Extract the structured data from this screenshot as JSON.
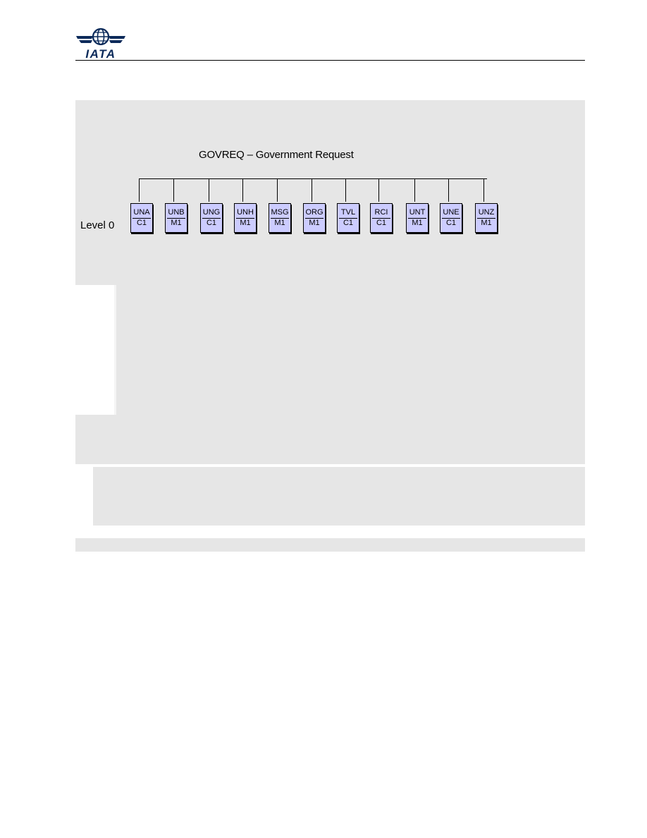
{
  "header": {
    "logo_text": "IATA"
  },
  "diagram": {
    "title": "GOVREQ – Government Request",
    "level_label": "Level 0",
    "segments": [
      {
        "code": "UNA",
        "status": "C1"
      },
      {
        "code": "UNB",
        "status": "M1"
      },
      {
        "code": "UNG",
        "status": "C1"
      },
      {
        "code": "UNH",
        "status": "M1"
      },
      {
        "code": "MSG",
        "status": "M1"
      },
      {
        "code": "ORG",
        "status": "M1"
      },
      {
        "code": "TVL",
        "status": "C1"
      },
      {
        "code": "RCI",
        "status": "C1"
      },
      {
        "code": "UNT",
        "status": "M1"
      },
      {
        "code": "UNE",
        "status": "C1"
      },
      {
        "code": "UNZ",
        "status": "M1"
      }
    ]
  },
  "colors": {
    "segment_fill": "#ccccff",
    "panel_grey": "#e6e6e6",
    "brand_navy": "#0b2a5a"
  }
}
